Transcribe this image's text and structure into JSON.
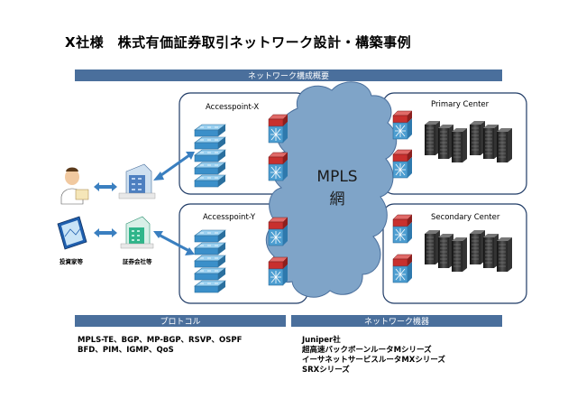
{
  "title": "X社様　株式有価証券取引ネットワーク設計・構築事例",
  "overview_header": "ネットワーク構成概要",
  "mpls": {
    "line1": "MPLS",
    "line2": "網"
  },
  "sites": {
    "accesspoint_x": "Accesspoint-X",
    "accesspoint_y": "Accesspoint-Y",
    "primary_center": "Primary Center",
    "secondary_center": "Secondary Center"
  },
  "clients": {
    "investors": "投資家等",
    "securities": "証券会社等"
  },
  "protocol": {
    "header": "プロトコル",
    "lines": [
      "MPLS-TE、BGP、MP-BGP、RSVP、OSPF",
      "BFD、PIM、IGMP、QoS"
    ]
  },
  "equipment": {
    "header": "ネットワーク機器",
    "lines": [
      "Juniper社",
      "超高速バックボーンルータMシリーズ",
      "イーサネットサービスルータMXシリーズ",
      "SRXシリーズ"
    ]
  },
  "colors": {
    "header_bar": "#4a6f9c",
    "cloud_fill": "#7fa4c8",
    "router_red": "#c8302e",
    "router_blue": "#4d9ed1"
  }
}
